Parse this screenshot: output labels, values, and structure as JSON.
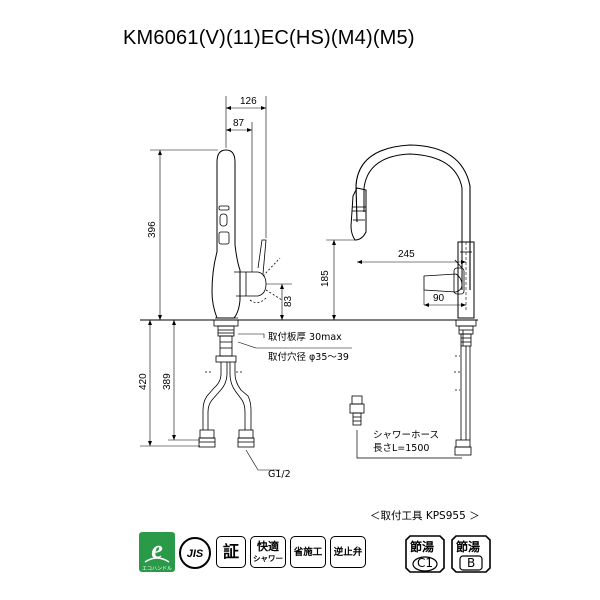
{
  "title": "KM6061(V)(11)EC(HS)(M4)(M5)",
  "dimensions": {
    "d126": "126",
    "d87": "87",
    "d396": "396",
    "d83": "83",
    "d185": "185",
    "d245": "245",
    "d90": "90",
    "d420": "420",
    "d389": "389"
  },
  "labels": {
    "plate_thickness": "取付板厚 30max",
    "hole_diameter": "取付穴径 φ35～39",
    "shower_hose": "シャワーホース",
    "hose_length": "長さL=1500",
    "thread": "G1/2"
  },
  "tool_note": "＜取付工具 KPS955 ＞",
  "badges": {
    "eco_text": "エコハンドル",
    "jis": "JIS",
    "sho": "証",
    "kaiteki_1": "快適",
    "kaiteki_2": "シャワー",
    "shoseko": "省施工",
    "gyakushiben": "逆止弁",
    "setsuyu_c1_top": "節湯",
    "setsuyu_c1_bottom": "C1",
    "setsuyu_b_top": "節湯",
    "setsuyu_b_bottom": "B"
  }
}
